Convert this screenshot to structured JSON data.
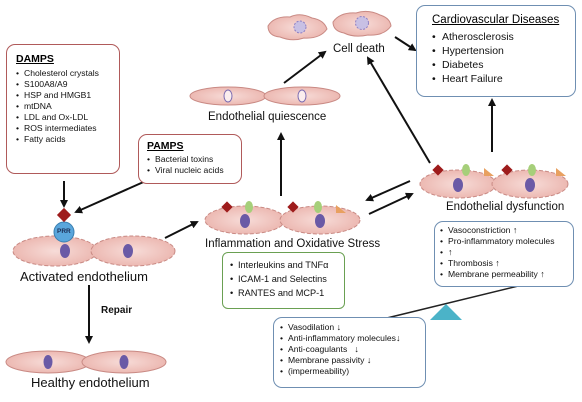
{
  "damps": {
    "title": "DAMPS",
    "items": [
      "Cholesterol crystals",
      "S100A8/A9",
      "HSP and HMGB1",
      "mtDNA",
      "LDL and Ox-LDL",
      "ROS intermediates",
      "Fatty acids"
    ]
  },
  "pamps": {
    "title": "PAMPS",
    "items": [
      "Bacterial toxins",
      "Viral nucleic acids"
    ]
  },
  "cvd": {
    "title": "Cardiovascular Diseases",
    "items": [
      "Atherosclerosis",
      "Hypertension",
      "Diabetes",
      "Heart Failure"
    ]
  },
  "mediators": {
    "items": [
      "Interleukins and TNFα",
      "ICAM-1 and Selectins",
      "RANTES and MCP-1"
    ]
  },
  "dysfunction_panel": {
    "items": [
      {
        "text": "Vasoconstriction",
        "arrow": "↑"
      },
      {
        "text": "Pro-inflammatory molecules",
        "arrow": ""
      },
      {
        "text": "",
        "arrow": "↑"
      },
      {
        "text": "Thrombosis",
        "arrow": "↑"
      },
      {
        "text": "Membrane permeability",
        "arrow": "↑"
      }
    ]
  },
  "healthy_panel": {
    "items": [
      {
        "text": "Vasodilation",
        "arrow": "↓"
      },
      {
        "text": "Anti-inflammatory molecules",
        "arrow": "↓"
      },
      {
        "text": "Anti-coagulants",
        "arrow": "↓"
      },
      {
        "text": "Membrane passivity",
        "arrow": "↓"
      },
      {
        "text": "(impermeability)",
        "arrow": ""
      }
    ]
  },
  "labels": {
    "cell_death": "Cell death",
    "quiescence": "Endothelial quiescence",
    "inflammation": "Inflammation and Oxidative Stress",
    "dysfunction": "Endothelial dysfunction",
    "activated": "Activated endothelium",
    "healthy": "Healthy endothelium",
    "repair": "Repair",
    "prr": "PRR"
  },
  "colors": {
    "cell_fill": "#f2c9c4",
    "cell_stroke": "#c98a84",
    "nucleus": "#6a5aa6",
    "diamond": "#9e1c1c",
    "green_marker": "#a6cf7a",
    "orange_marker": "#e8a060",
    "prr_circle": "#5aa6dc",
    "balance_triangle": "#4bb3c8"
  }
}
